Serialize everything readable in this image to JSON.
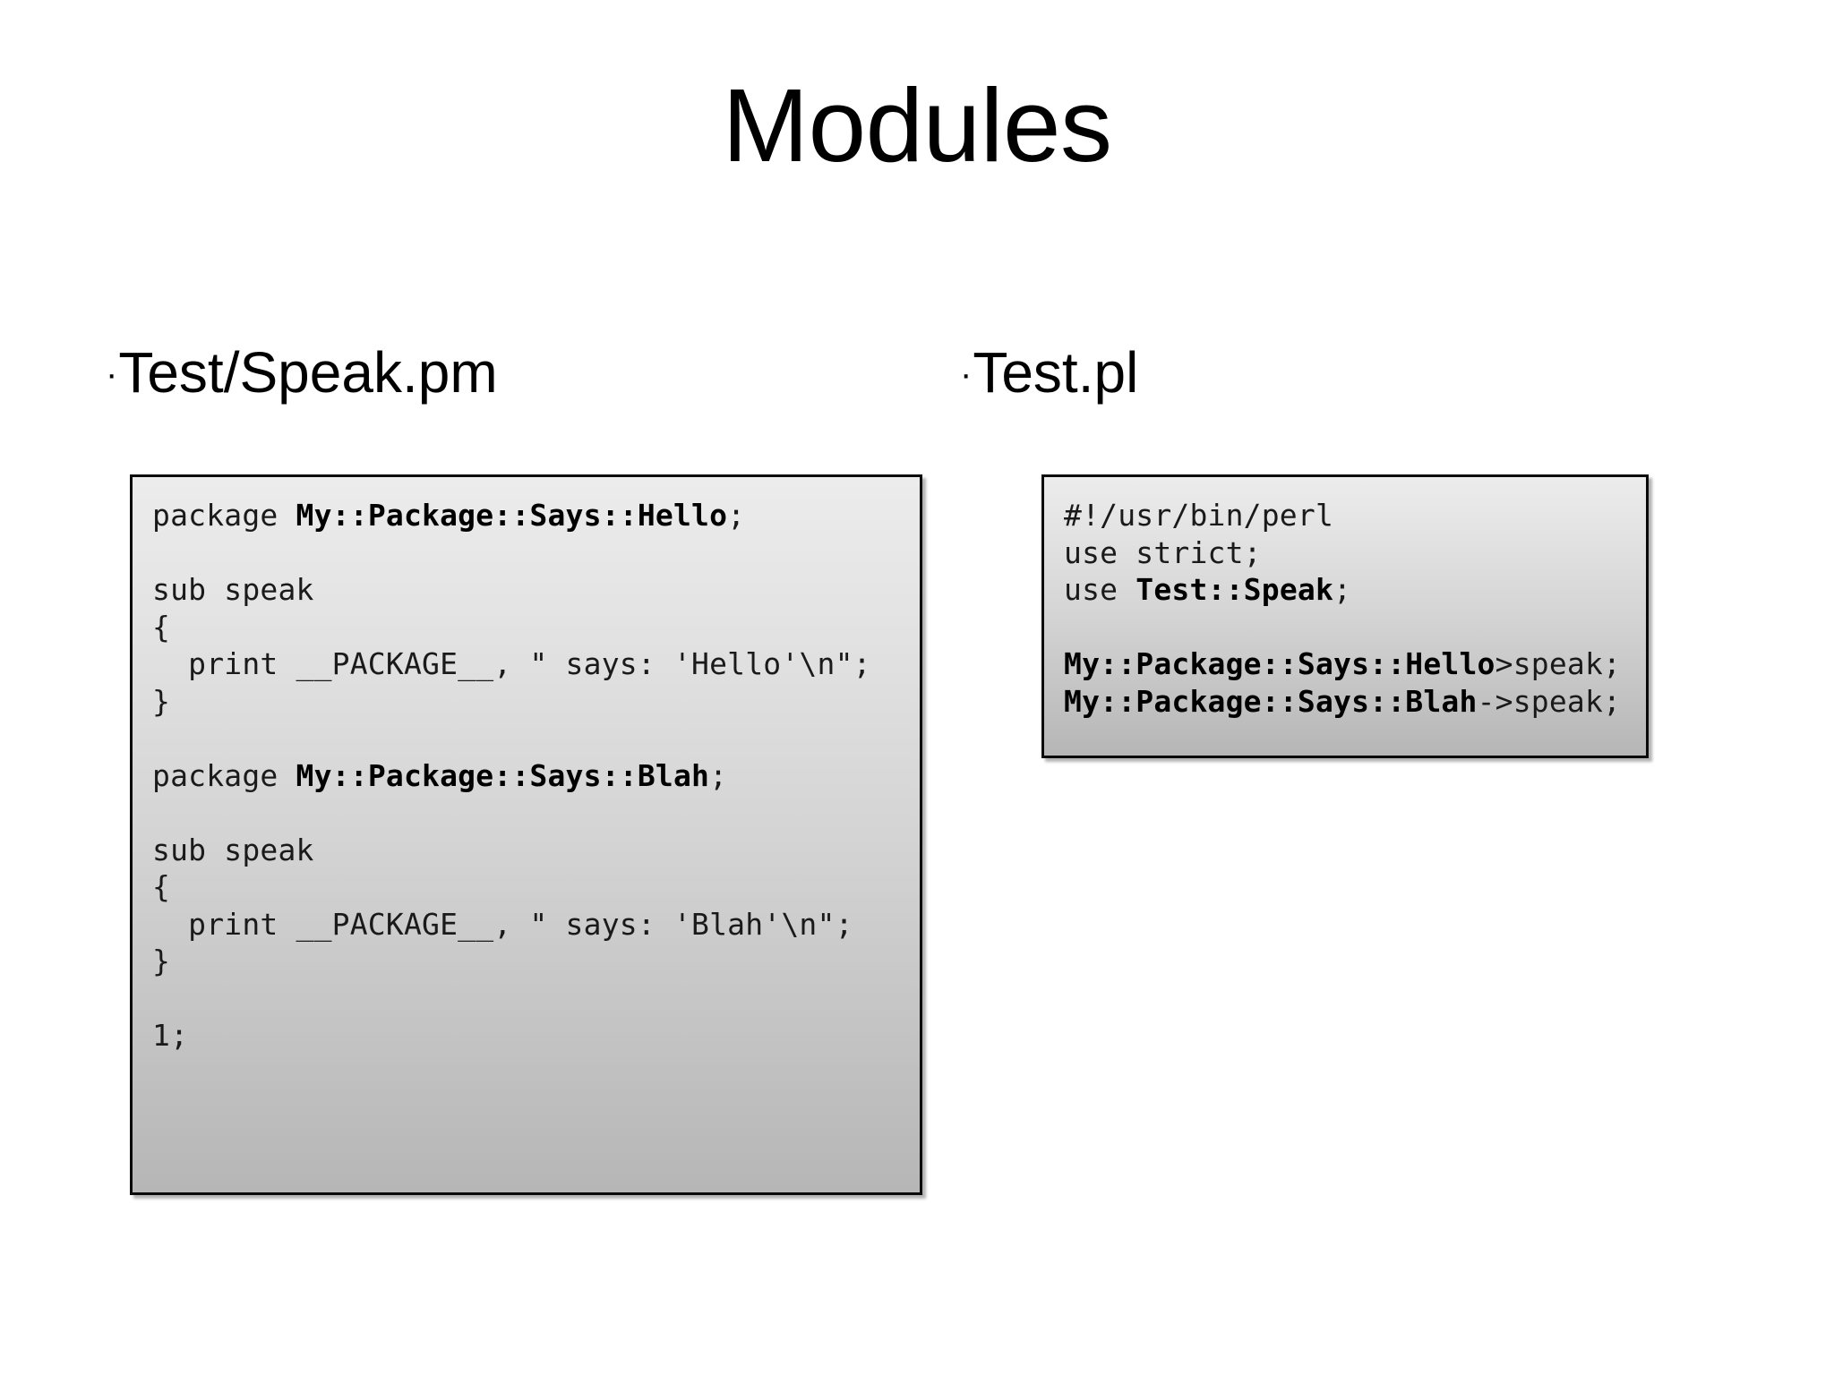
{
  "slide": {
    "title": "Modules",
    "background_color": "#ffffff",
    "text_color": "#000000"
  },
  "columns": [
    {
      "id": "module-file",
      "bullet": "·",
      "heading": "Test/Speak.pm",
      "code": {
        "lines": [
          [
            {
              "t": "package ",
              "b": false
            },
            {
              "t": "My::Package::Says::Hello",
              "b": true
            },
            {
              "t": ";",
              "b": false
            }
          ],
          [
            {
              "t": "",
              "b": false
            }
          ],
          [
            {
              "t": "sub speak",
              "b": false
            }
          ],
          [
            {
              "t": "{",
              "b": false
            }
          ],
          [
            {
              "t": "  print __PACKAGE__, \" says: 'Hello'\\n\";",
              "b": false
            }
          ],
          [
            {
              "t": "}",
              "b": false
            }
          ],
          [
            {
              "t": "",
              "b": false
            }
          ],
          [
            {
              "t": "package ",
              "b": false
            },
            {
              "t": "My::Package::Says::Blah",
              "b": true
            },
            {
              "t": ";",
              "b": false
            }
          ],
          [
            {
              "t": "",
              "b": false
            }
          ],
          [
            {
              "t": "sub speak",
              "b": false
            }
          ],
          [
            {
              "t": "{",
              "b": false
            }
          ],
          [
            {
              "t": "  print __PACKAGE__, \" says: 'Blah'\\n\";",
              "b": false
            }
          ],
          [
            {
              "t": "}",
              "b": false
            }
          ],
          [
            {
              "t": "",
              "b": false
            }
          ],
          [
            {
              "t": "1;",
              "b": false
            }
          ]
        ]
      }
    },
    {
      "id": "script-file",
      "bullet": "·",
      "heading": "Test.pl",
      "code": {
        "lines": [
          [
            {
              "t": "#!/usr/bin/perl",
              "b": false
            }
          ],
          [
            {
              "t": "use strict;",
              "b": false
            }
          ],
          [
            {
              "t": "use ",
              "b": false
            },
            {
              "t": "Test::Speak",
              "b": true
            },
            {
              "t": ";",
              "b": false
            }
          ],
          [
            {
              "t": "",
              "b": false
            }
          ],
          [
            {
              "t": "My::Package::Says::Hello",
              "b": true
            },
            {
              "t": ">speak;",
              "b": false
            }
          ],
          [
            {
              "t": "My::Package::Says::Blah",
              "b": true
            },
            {
              "t": "->speak;",
              "b": false
            }
          ]
        ]
      }
    }
  ],
  "style": {
    "code_box_border_color": "#0a0a0a",
    "code_box_gradient_top": "#ececec",
    "code_box_gradient_bottom": "#b6b6b6",
    "code_text_color": "#1a1a1a"
  }
}
